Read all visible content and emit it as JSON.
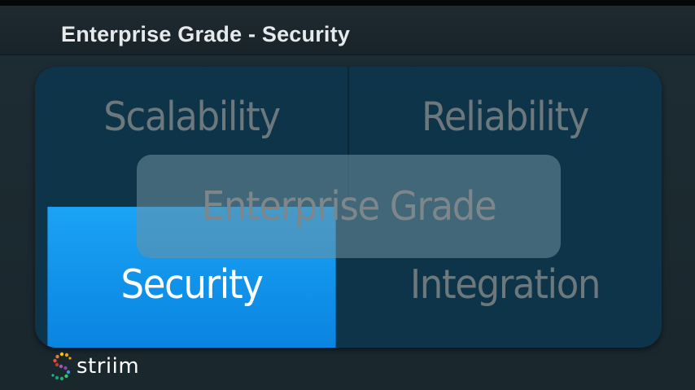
{
  "slide": {
    "title": "Enterprise Grade - Security"
  },
  "quadrants": {
    "top_left": "Scalability",
    "top_right": "Reliability",
    "bottom_left": "Security",
    "bottom_right": "Integration",
    "center": "Enterprise Grade",
    "highlighted": "bottom_left"
  },
  "colors": {
    "highlight": "#1aa3f5",
    "panel": "#0d3448",
    "dim_text": "#6d787d"
  },
  "logo": {
    "text": "striim",
    "icon": "striim-logo-icon"
  }
}
